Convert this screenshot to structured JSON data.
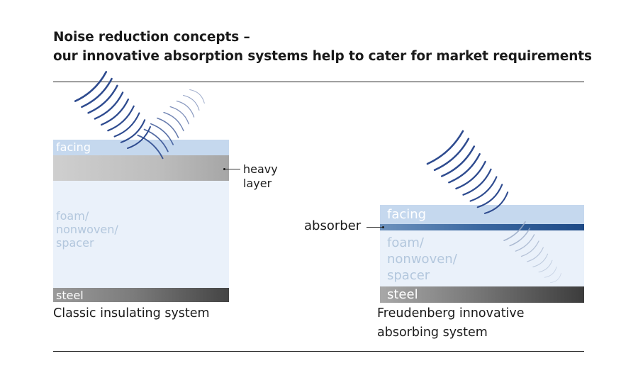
{
  "title": {
    "line1": "Noise reduction concepts –",
    "line2": "our innovative absorption systems help to cater for market requirements"
  },
  "classic_system": {
    "facing_label": "facing",
    "heavy_layer_label_line1": "heavy",
    "heavy_layer_label_line2": "layer",
    "foam_label": "foam/\nnonwoven/\nspacer",
    "steel_label": "steel",
    "caption": "Classic insulating system"
  },
  "freudenberg_system": {
    "facing_label": "facing",
    "absorber_label": "absorber",
    "foam_label": "foam/\nnonwoven/\nspacer",
    "steel_label": "steel",
    "caption_line1": "Freudenberg innovative",
    "caption_line2": "absorbing system"
  },
  "colors": {
    "wave_dark": "#2e4b8f",
    "wave_light": "#9aaac6",
    "facing": "#c5d8ee",
    "foam": "#eaf1fa",
    "absorber": "#2a5893"
  }
}
